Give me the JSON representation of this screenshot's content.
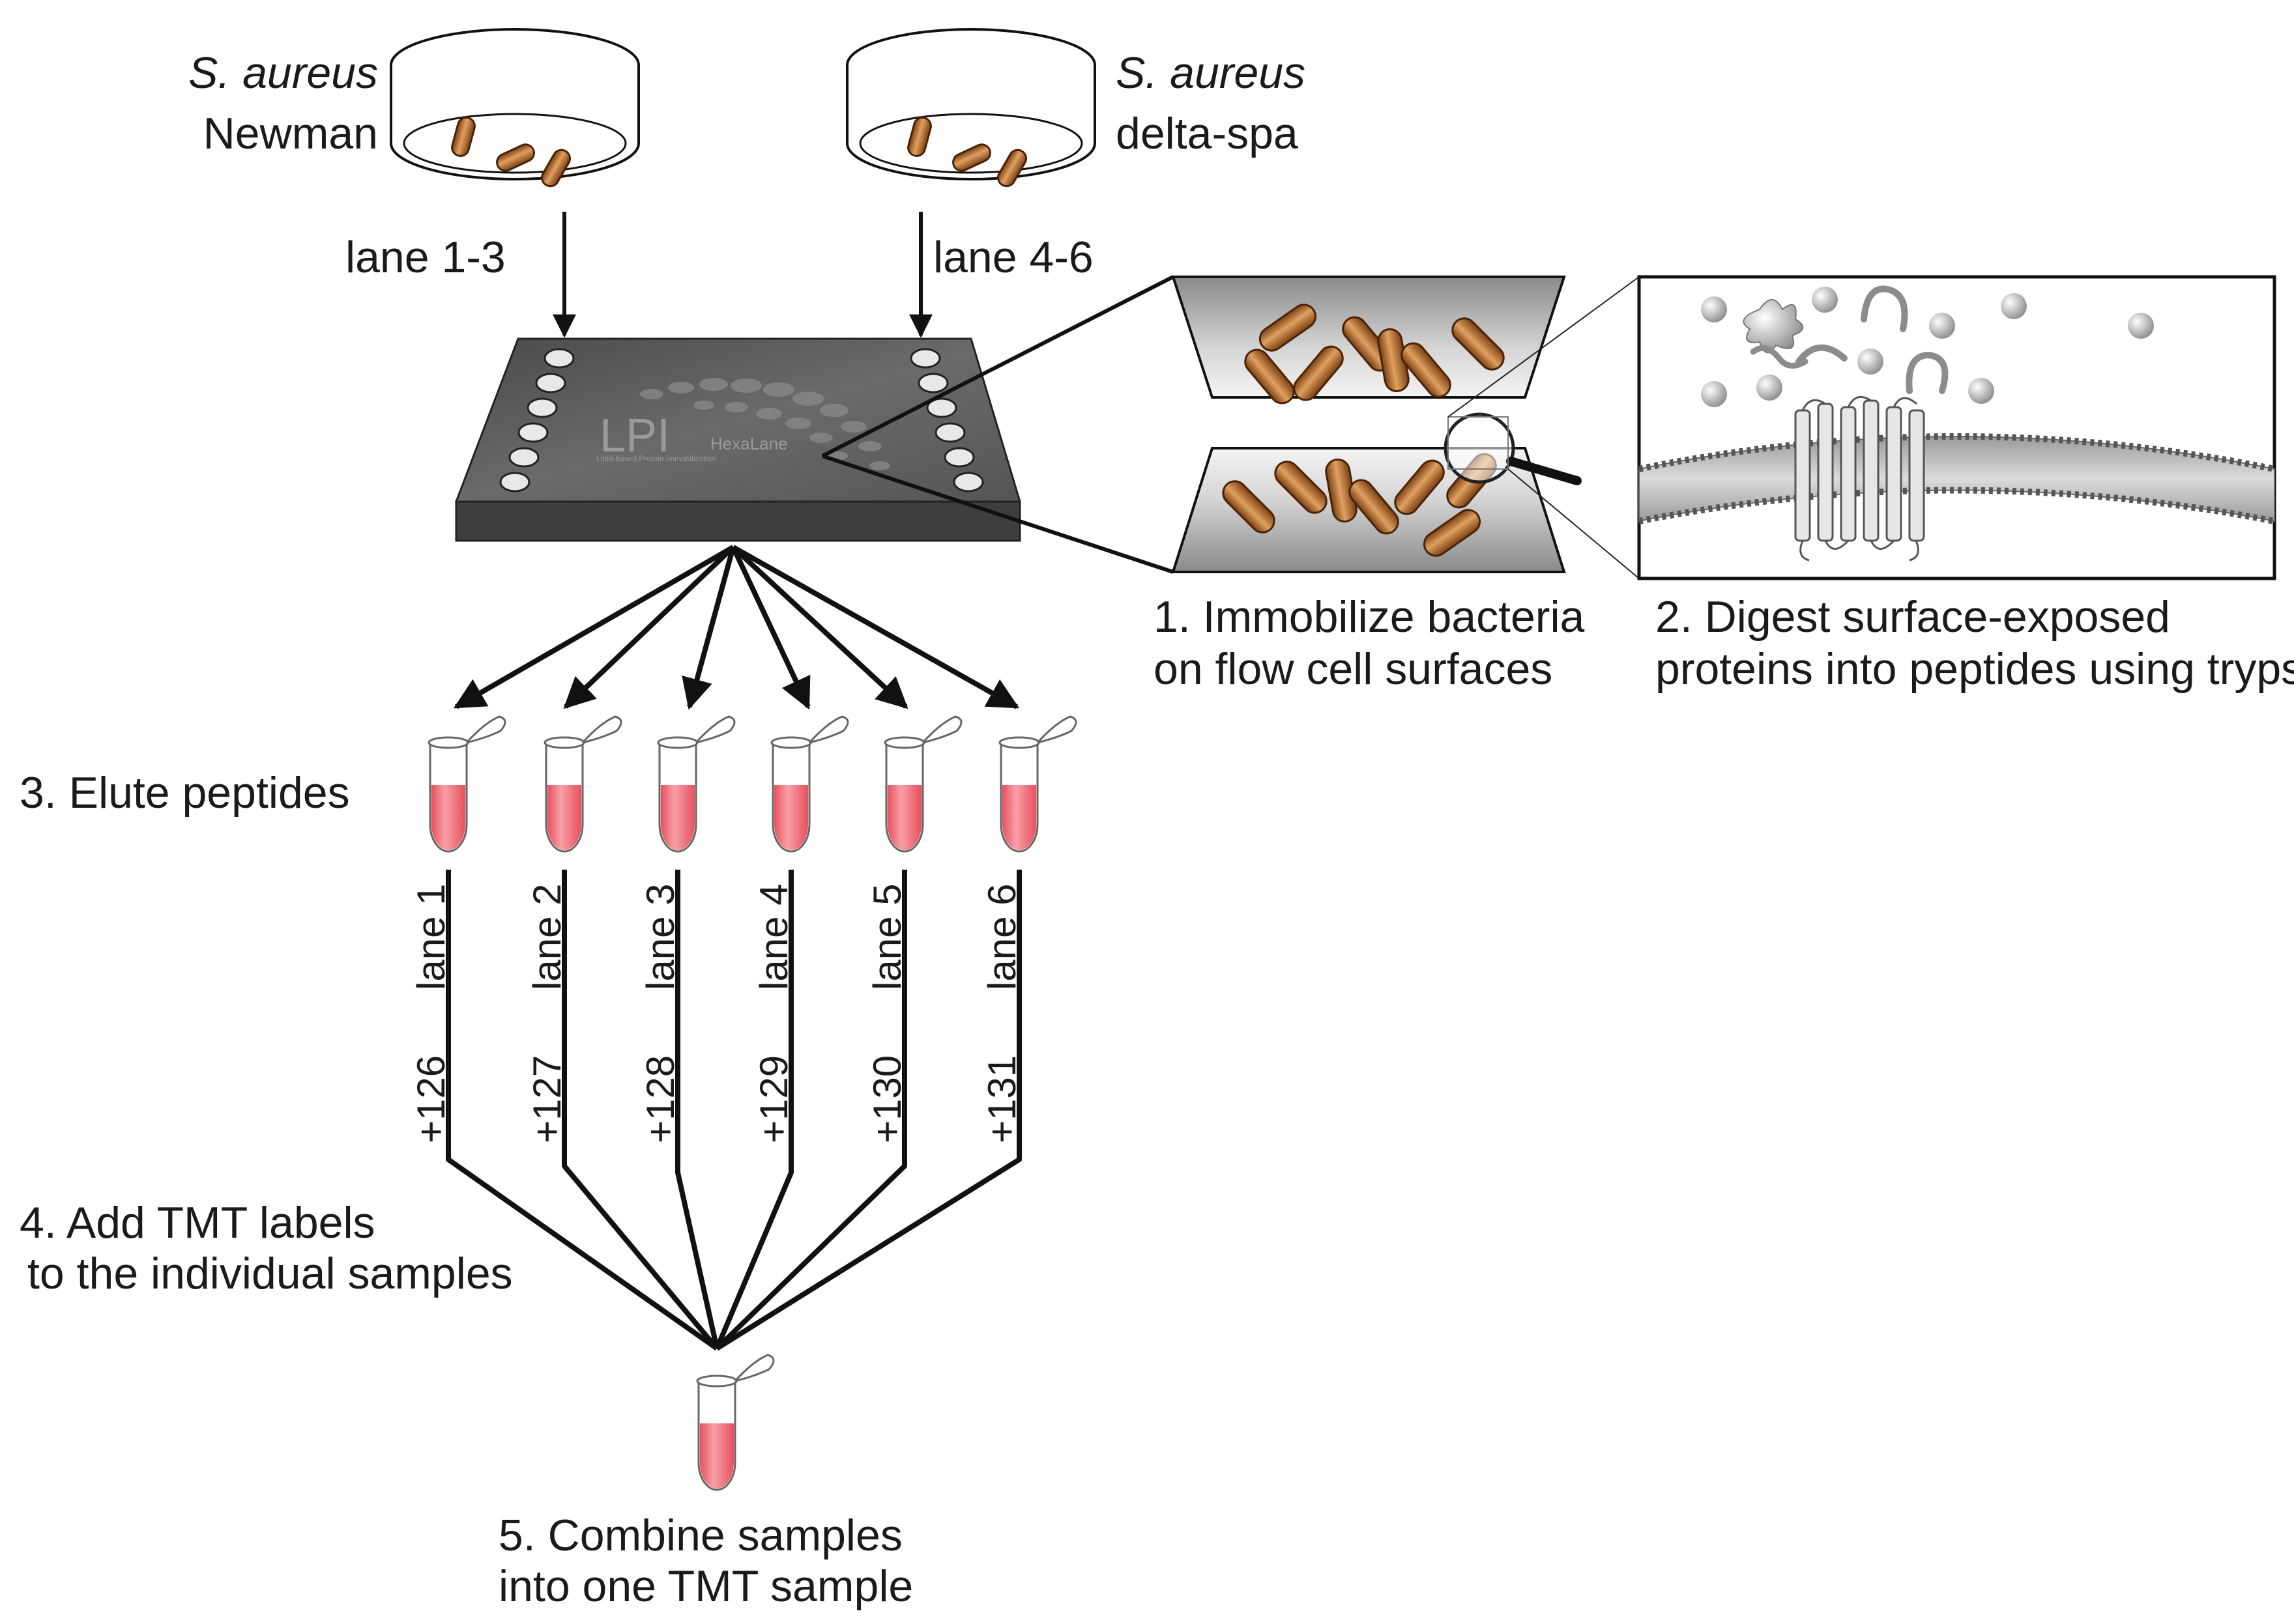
{
  "strains": {
    "left": {
      "species": "S. aureus",
      "name": "Newman",
      "lanes": "lane 1-3"
    },
    "right": {
      "species": "S. aureus",
      "name": "delta-spa",
      "lanes": "lane 4-6"
    }
  },
  "chip": {
    "logo": "LPI",
    "product": "HexaLane",
    "tagline": "Lipid-based Protein Immobilization"
  },
  "steps": {
    "step1": {
      "line1": "1. Immobilize bacteria",
      "line2": "on flow cell surfaces"
    },
    "step2": {
      "line1": "2. Digest surface-exposed",
      "line2": "proteins into peptides using trypsin"
    },
    "step3": {
      "line1": "3. Elute peptides"
    },
    "step4": {
      "line1": "4. Add TMT labels",
      "line2": "to the individual samples"
    },
    "step5": {
      "line1": "5. Combine samples",
      "line2": "into one TMT sample"
    }
  },
  "lanes": [
    {
      "lane": "lane 1",
      "label": "+126"
    },
    {
      "lane": "lane 2",
      "label": "+127"
    },
    {
      "lane": "lane 3",
      "label": "+128"
    },
    {
      "lane": "lane 4",
      "label": "+129"
    },
    {
      "lane": "lane 5",
      "label": "+130"
    },
    {
      "lane": "lane 6",
      "label": "+131"
    }
  ],
  "colors": {
    "sample_fill": "#ee6570",
    "bacteria": "#b26a2c",
    "chip_body": "#5a5a5a",
    "arrow": "#111111"
  }
}
